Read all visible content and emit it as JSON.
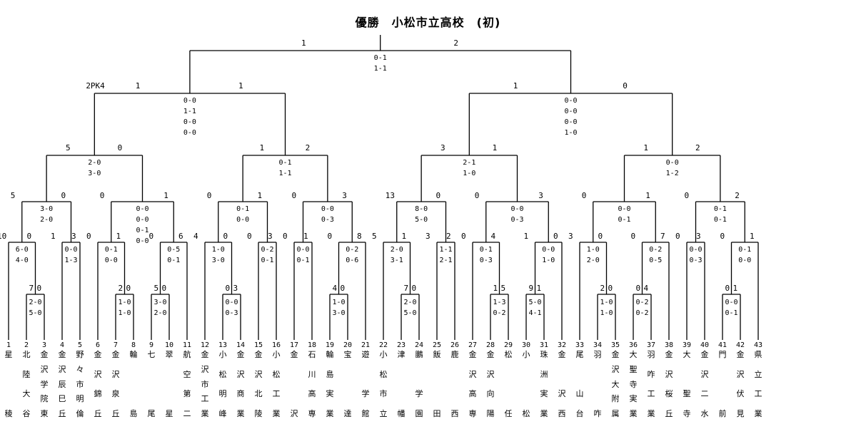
{
  "title": "優勝　小松市立高校　(初)",
  "teams": [
    {
      "no": "1",
      "name": "星稜"
    },
    {
      "no": "2",
      "name": "北陸大谷"
    },
    {
      "no": "3",
      "name": "金沢学院東"
    },
    {
      "no": "4",
      "name": "金沢辰巳丘"
    },
    {
      "no": "5",
      "name": "野々市明倫"
    },
    {
      "no": "6",
      "name": "金沢錦丘"
    },
    {
      "no": "7",
      "name": "金沢泉丘"
    },
    {
      "no": "8",
      "name": "輪島"
    },
    {
      "no": "9",
      "name": "七尾"
    },
    {
      "no": "10",
      "name": "翠星"
    },
    {
      "no": "11",
      "name": "航空第二"
    },
    {
      "no": "12",
      "name": "金沢市工業"
    },
    {
      "no": "13",
      "name": "小松明峰"
    },
    {
      "no": "14",
      "name": "金沢商業"
    },
    {
      "no": "15",
      "name": "金沢北陵"
    },
    {
      "no": "16",
      "name": "小松工業"
    },
    {
      "no": "17",
      "name": "金沢"
    },
    {
      "no": "18",
      "name": "石川高専"
    },
    {
      "no": "19",
      "name": "輪島実業"
    },
    {
      "no": "20",
      "name": "宝達"
    },
    {
      "no": "21",
      "name": "遊学館"
    },
    {
      "no": "22",
      "name": "小松市立"
    },
    {
      "no": "23",
      "name": "津幡"
    },
    {
      "no": "24",
      "name": "鵬学園"
    },
    {
      "no": "25",
      "name": "飯田"
    },
    {
      "no": "26",
      "name": "鹿西"
    },
    {
      "no": "27",
      "name": "金沢高専"
    },
    {
      "no": "28",
      "name": "金沢向陽"
    },
    {
      "no": "29",
      "name": "松任"
    },
    {
      "no": "30",
      "name": "小松"
    },
    {
      "no": "31",
      "name": "珠洲実業"
    },
    {
      "no": "32",
      "name": "金沢西"
    },
    {
      "no": "33",
      "name": "尾山台"
    },
    {
      "no": "34",
      "name": "羽咋"
    },
    {
      "no": "35",
      "name": "金沢大附属"
    },
    {
      "no": "36",
      "name": "大聖寺実業"
    },
    {
      "no": "37",
      "name": "羽咋工業"
    },
    {
      "no": "38",
      "name": "金沢桜丘"
    },
    {
      "no": "39",
      "name": "大聖寺"
    },
    {
      "no": "40",
      "name": "金沢二水"
    },
    {
      "no": "41",
      "name": "門前"
    },
    {
      "no": "42",
      "name": "金沢伏見"
    },
    {
      "no": "43",
      "name": "県立工業"
    }
  ],
  "preliminary": [
    {
      "teams": [
        2,
        3
      ],
      "scores": [
        "7",
        "0"
      ],
      "detail": "2-0\n5-0"
    },
    {
      "teams": [
        7,
        8
      ],
      "scores": [
        "2",
        "0"
      ],
      "detail": "1-0\n1-0"
    },
    {
      "teams": [
        9,
        10
      ],
      "scores": [
        "5",
        "0"
      ],
      "detail": "3-0\n2-0"
    },
    {
      "teams": [
        13,
        14
      ],
      "scores": [
        "0",
        "3"
      ],
      "detail": "0-0\n0-3"
    },
    {
      "teams": [
        19,
        20
      ],
      "scores": [
        "4",
        "0"
      ],
      "detail": "1-0\n3-0"
    },
    {
      "teams": [
        23,
        24
      ],
      "scores": [
        "7",
        "0"
      ],
      "detail": "2-0\n5-0"
    },
    {
      "teams": [
        28,
        29
      ],
      "scores": [
        "1",
        "5"
      ],
      "detail": "1-3\n0-2"
    },
    {
      "teams": [
        30,
        31
      ],
      "scores": [
        "9",
        "1"
      ],
      "detail": "5-0\n4-1"
    },
    {
      "teams": [
        34,
        35
      ],
      "scores": [
        "2",
        "0"
      ],
      "detail": "1-0\n1-0"
    },
    {
      "teams": [
        36,
        37
      ],
      "scores": [
        "0",
        "4"
      ],
      "detail": "0-2\n0-2"
    },
    {
      "teams": [
        41,
        42
      ],
      "scores": [
        "0",
        "1"
      ],
      "detail": "0-0\n0-1"
    }
  ],
  "rounds": [
    [
      {
        "left": "10",
        "right": "0",
        "detail": "6-0\n4-0"
      },
      {
        "left": "1",
        "right": "3",
        "detail": "0-0\n1-3"
      },
      {
        "left": "0",
        "right": "1",
        "detail": "0-1\n0-0"
      },
      {
        "left": "0",
        "right": "6",
        "detail": "0-5\n0-1"
      },
      {
        "left": "4",
        "right": "0",
        "detail": "1-0\n3-0"
      },
      {
        "left": "0",
        "right": "3",
        "detail": "0-2\n0-1"
      },
      {
        "left": "0",
        "right": "1",
        "detail": "0-0\n0-1"
      },
      {
        "left": "0",
        "right": "8",
        "detail": "0-2\n0-6"
      },
      {
        "left": "5",
        "right": "1",
        "detail": "2-0\n3-1"
      },
      {
        "left": "3",
        "right": "2",
        "detail": "1-1\n2-1"
      },
      {
        "left": "0",
        "right": "4",
        "detail": "0-1\n0-3"
      },
      {
        "left": "1",
        "right": "0",
        "detail": "0-0\n1-0"
      },
      {
        "left": "3",
        "right": "0",
        "detail": "1-0\n2-0"
      },
      {
        "left": "0",
        "right": "7",
        "detail": "0-2\n0-5"
      },
      {
        "left": "0",
        "right": "3",
        "detail": "0-0\n0-3"
      },
      {
        "left": "0",
        "right": "1",
        "detail": "0-1\n0-0"
      }
    ],
    [
      {
        "left": "5",
        "right": "0",
        "detail": "3-0\n2-0"
      },
      {
        "left": "0",
        "right": "1",
        "detail": "0-0\n0-0\n0-1\n0-0"
      },
      {
        "left": "0",
        "right": "1",
        "detail": "0-1\n0-0"
      },
      {
        "left": "0",
        "right": "3",
        "detail": "0-0\n0-3"
      },
      {
        "left": "13",
        "right": "0",
        "detail": "8-0\n5-0"
      },
      {
        "left": "0",
        "right": "3",
        "detail": "0-0\n0-3"
      },
      {
        "left": "0",
        "right": "1",
        "detail": "0-0\n0-1"
      },
      {
        "left": "0",
        "right": "2",
        "detail": "0-1\n0-1"
      }
    ],
    [
      {
        "left": "5",
        "right": "0",
        "detail": "2-0\n3-0"
      },
      {
        "left": "1",
        "right": "2",
        "detail": "0-1\n1-1"
      },
      {
        "left": "3",
        "right": "1",
        "detail": "2-1\n1-0"
      },
      {
        "left": "1",
        "right": "2",
        "detail": "0-0\n1-2"
      }
    ],
    [
      {
        "left": "1",
        "right": "1",
        "center": "2PK4",
        "detail": "0-0\n1-1\n0-0\n0-0"
      },
      {
        "left": "1",
        "right": "0",
        "detail": "0-0\n0-0\n0-0\n1-0"
      }
    ],
    [
      {
        "left": "1",
        "right": "2",
        "detail": "0-1\n1-1"
      }
    ]
  ]
}
